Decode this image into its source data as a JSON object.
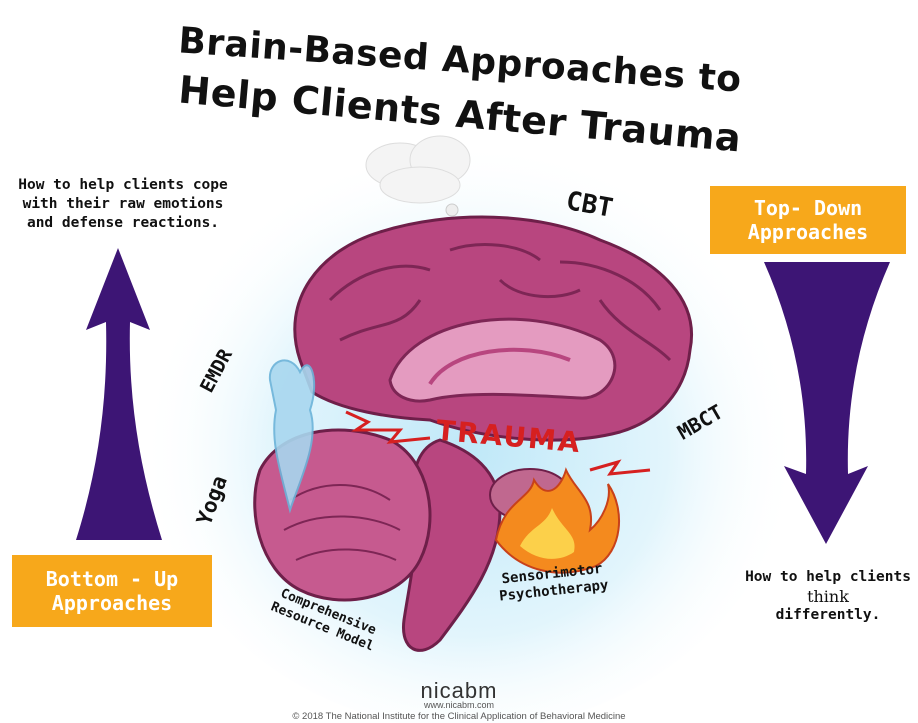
{
  "title": {
    "line1": "Brain-Based Approaches to",
    "line2": "Help Clients After Trauma"
  },
  "left_note": {
    "line1": "How to help clients cope",
    "line2": "with their raw emotions",
    "line3": "and defense reactions."
  },
  "right_note": {
    "line1": "How to help clients",
    "line2": "think",
    "line3": "differently."
  },
  "badges": {
    "bottom_up": {
      "line1": "Bottom - Up",
      "line2": "Approaches"
    },
    "top_down": {
      "line1": "Top- Down",
      "line2": "Approaches"
    }
  },
  "brain_labels": {
    "cbt": "CBT",
    "emdr": "EMDR",
    "yoga": "Yoga",
    "mbct": "MBCT",
    "trauma": "TRAUMA",
    "sensorimotor_1": "Sensorimotor",
    "sensorimotor_2": "Psychotherapy",
    "crm_1": "Comprehensive",
    "crm_2": "Resource Model"
  },
  "footer": {
    "logo": "nicabm",
    "url": "www.nicabm.com",
    "copyright": "© 2018 The National Institute for the Clinical Application of Behavioral Medicine"
  },
  "colors": {
    "arrow": "#3d1575",
    "badge": "#f7a81b",
    "brain": "#b8467f",
    "brain_light": "#e49bc0",
    "trauma": "#d62020",
    "glow": "#bfe8f8"
  },
  "icons": {
    "thought_cloud": "cloud-icon",
    "brain": "brain-illustration",
    "water": "water-splash-icon",
    "fire": "fire-icon"
  }
}
